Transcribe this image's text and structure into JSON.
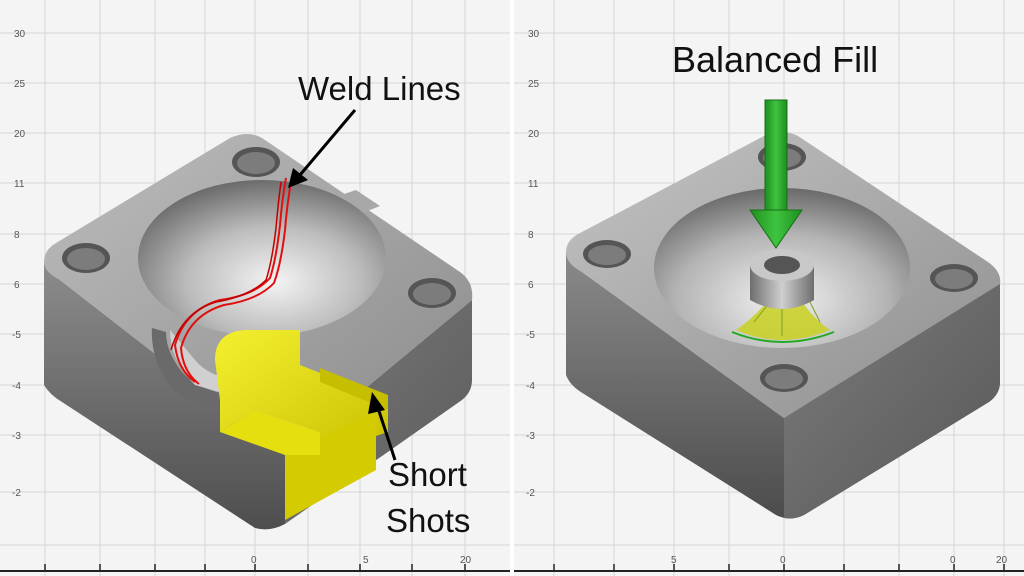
{
  "left_panel": {
    "y_ticks": [
      "30",
      "25",
      "20",
      "11",
      "8",
      "6",
      "-5",
      "-4",
      "-3",
      "-2"
    ],
    "x_ticks": [
      "0",
      "5",
      "20"
    ],
    "labels": {
      "weld_lines": "Weld Lines",
      "short_shots_line1": "Short",
      "short_shots_line2": "Shots"
    }
  },
  "right_panel": {
    "y_ticks": [
      "30",
      "25",
      "20",
      "11",
      "8",
      "6",
      "-5",
      "-4",
      "-3",
      "-2"
    ],
    "x_ticks": [
      "5",
      "0",
      "0",
      "20"
    ],
    "labels": {
      "balanced_fill": "Balanced Fill"
    }
  },
  "colors": {
    "weld_line": "#e01010",
    "short_shot": "#e8e000",
    "fill_arrow": "#22aa22",
    "balanced_fill_zone": "#c8d020"
  }
}
